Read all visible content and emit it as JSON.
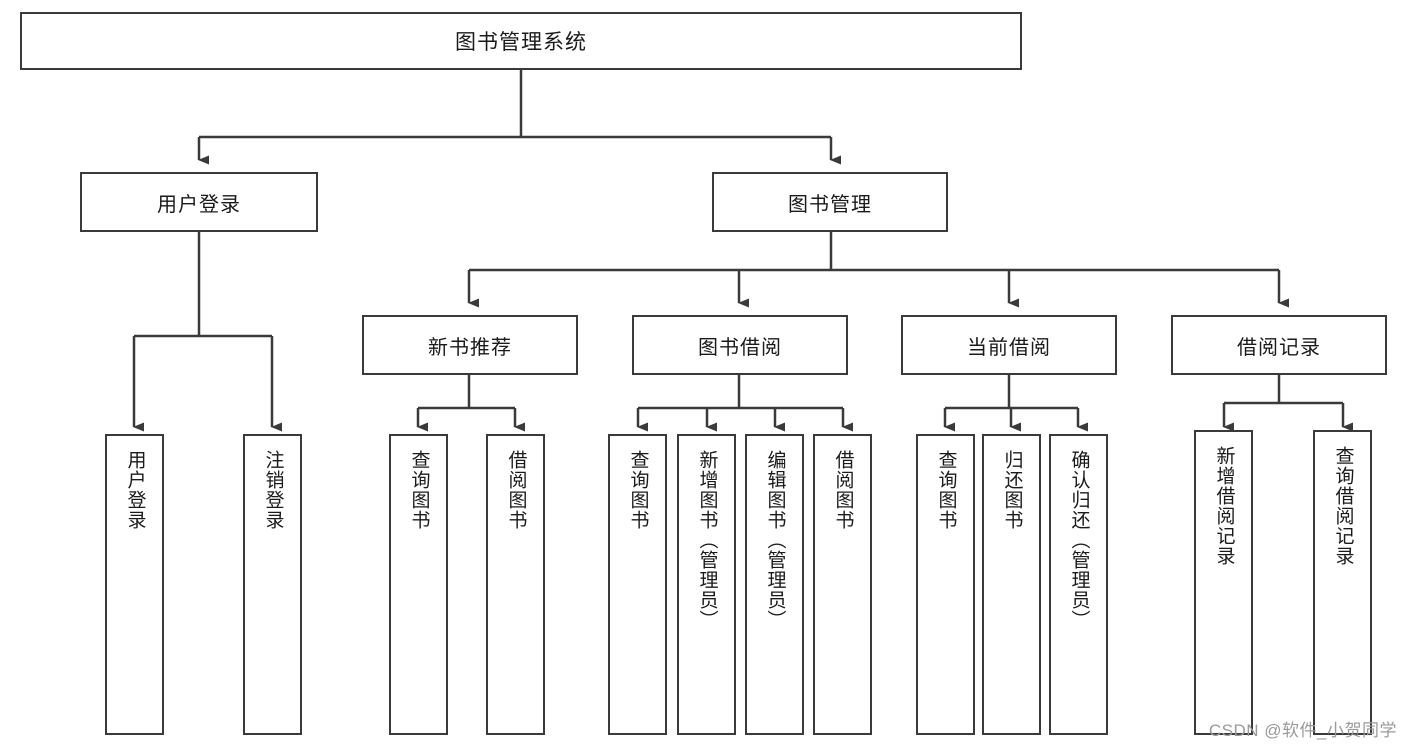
{
  "diagram": {
    "title": "图书管理系统",
    "watermark": "CSDN @软件_小贺同学",
    "colors": {
      "box_border": "#3a3a3a",
      "box_fill": "#ffffff",
      "edge": "#3a3a3a",
      "text": "#1a1a1a",
      "watermark": "#9a9a9a",
      "background": "#ffffff"
    },
    "root": {
      "label": "图书管理系统"
    },
    "level2": [
      {
        "label": "用户登录"
      },
      {
        "label": "图书管理"
      }
    ],
    "level3": [
      {
        "label": "新书推荐"
      },
      {
        "label": "图书借阅"
      },
      {
        "label": "当前借阅"
      },
      {
        "label": "借阅记录"
      }
    ],
    "leaves": {
      "user_login": [
        {
          "label": "用户登录"
        },
        {
          "label": "注销登录"
        }
      ],
      "new_book_recommend": [
        {
          "label": "查询图书"
        },
        {
          "label": "借阅图书"
        }
      ],
      "book_borrow": [
        {
          "label": "查询图书"
        },
        {
          "label": "新增图书（管理员）"
        },
        {
          "label": "编辑图书（管理员）"
        },
        {
          "label": "借阅图书"
        }
      ],
      "current_borrow": [
        {
          "label": "查询图书"
        },
        {
          "label": "归还图书"
        },
        {
          "label": "确认归还（管理员）"
        }
      ],
      "borrow_record": [
        {
          "label": "新增借阅记录"
        },
        {
          "label": "查询借阅记录"
        }
      ]
    }
  }
}
